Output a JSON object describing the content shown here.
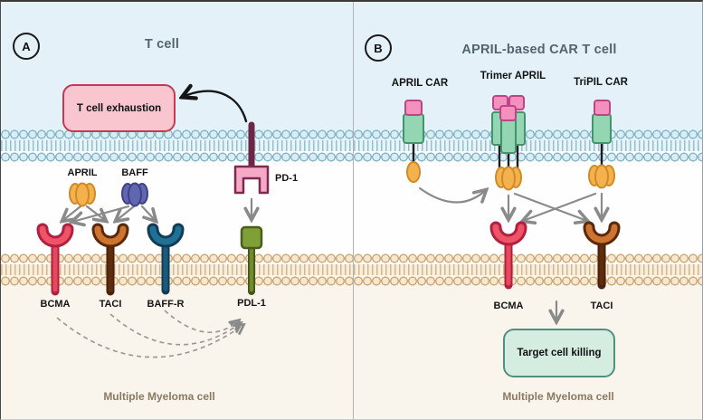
{
  "colors": {
    "background_tcell": "#E4F1F8",
    "background_extracellular": "#FEFEFE",
    "background_myeloma": "#FAF5EC",
    "membrane_tcell_fill": "#D9EDF3",
    "membrane_tcell_outline": "#85B7CB",
    "membrane_myeloma_fill": "#F6E8CC",
    "membrane_myeloma_outline": "#CDA87B",
    "bcma": "#EE5366",
    "taci": "#CD7430",
    "baff_r": "#1F7296",
    "pdl1": "#7F9F37",
    "pd1": "#F5A9C7",
    "april": "#F4B24F",
    "baff": "#6066AF",
    "car_scfv_pink": "#F490BD",
    "car_body_green": "#94D6B4",
    "exhaustion_box_fill": "#F9C5CF",
    "exhaustion_box_border": "#C23B52",
    "killing_box_fill": "#D5ECE1",
    "killing_box_border": "#509080",
    "arrow_gray": "#8A8A8A",
    "arrow_black": "#151515",
    "title_color": "#54646E",
    "myeloma_label_color": "#8A7963"
  },
  "panel_a": {
    "badge": "A",
    "title": "T cell",
    "exhaustion_box_label": "T cell exhaustion",
    "ligands": {
      "april": "APRIL",
      "baff": "BAFF"
    },
    "receptors": {
      "bcma": "BCMA",
      "taci": "TACI",
      "baff_r": "BAFF-R",
      "pd1": "PD-1",
      "pdl1": "PDL-1"
    },
    "cell_label": "Multiple Myeloma cell"
  },
  "panel_b": {
    "badge": "B",
    "title": "APRIL-based CAR T cell",
    "constructs": {
      "april_car": "APRIL CAR",
      "trimer_april": "Trimer APRIL",
      "tripil_car": "TriPIL CAR"
    },
    "receptors": {
      "bcma": "BCMA",
      "taci": "TACI"
    },
    "killing_box_label": "Target cell killing",
    "cell_label": "Multiple Myeloma cell"
  }
}
